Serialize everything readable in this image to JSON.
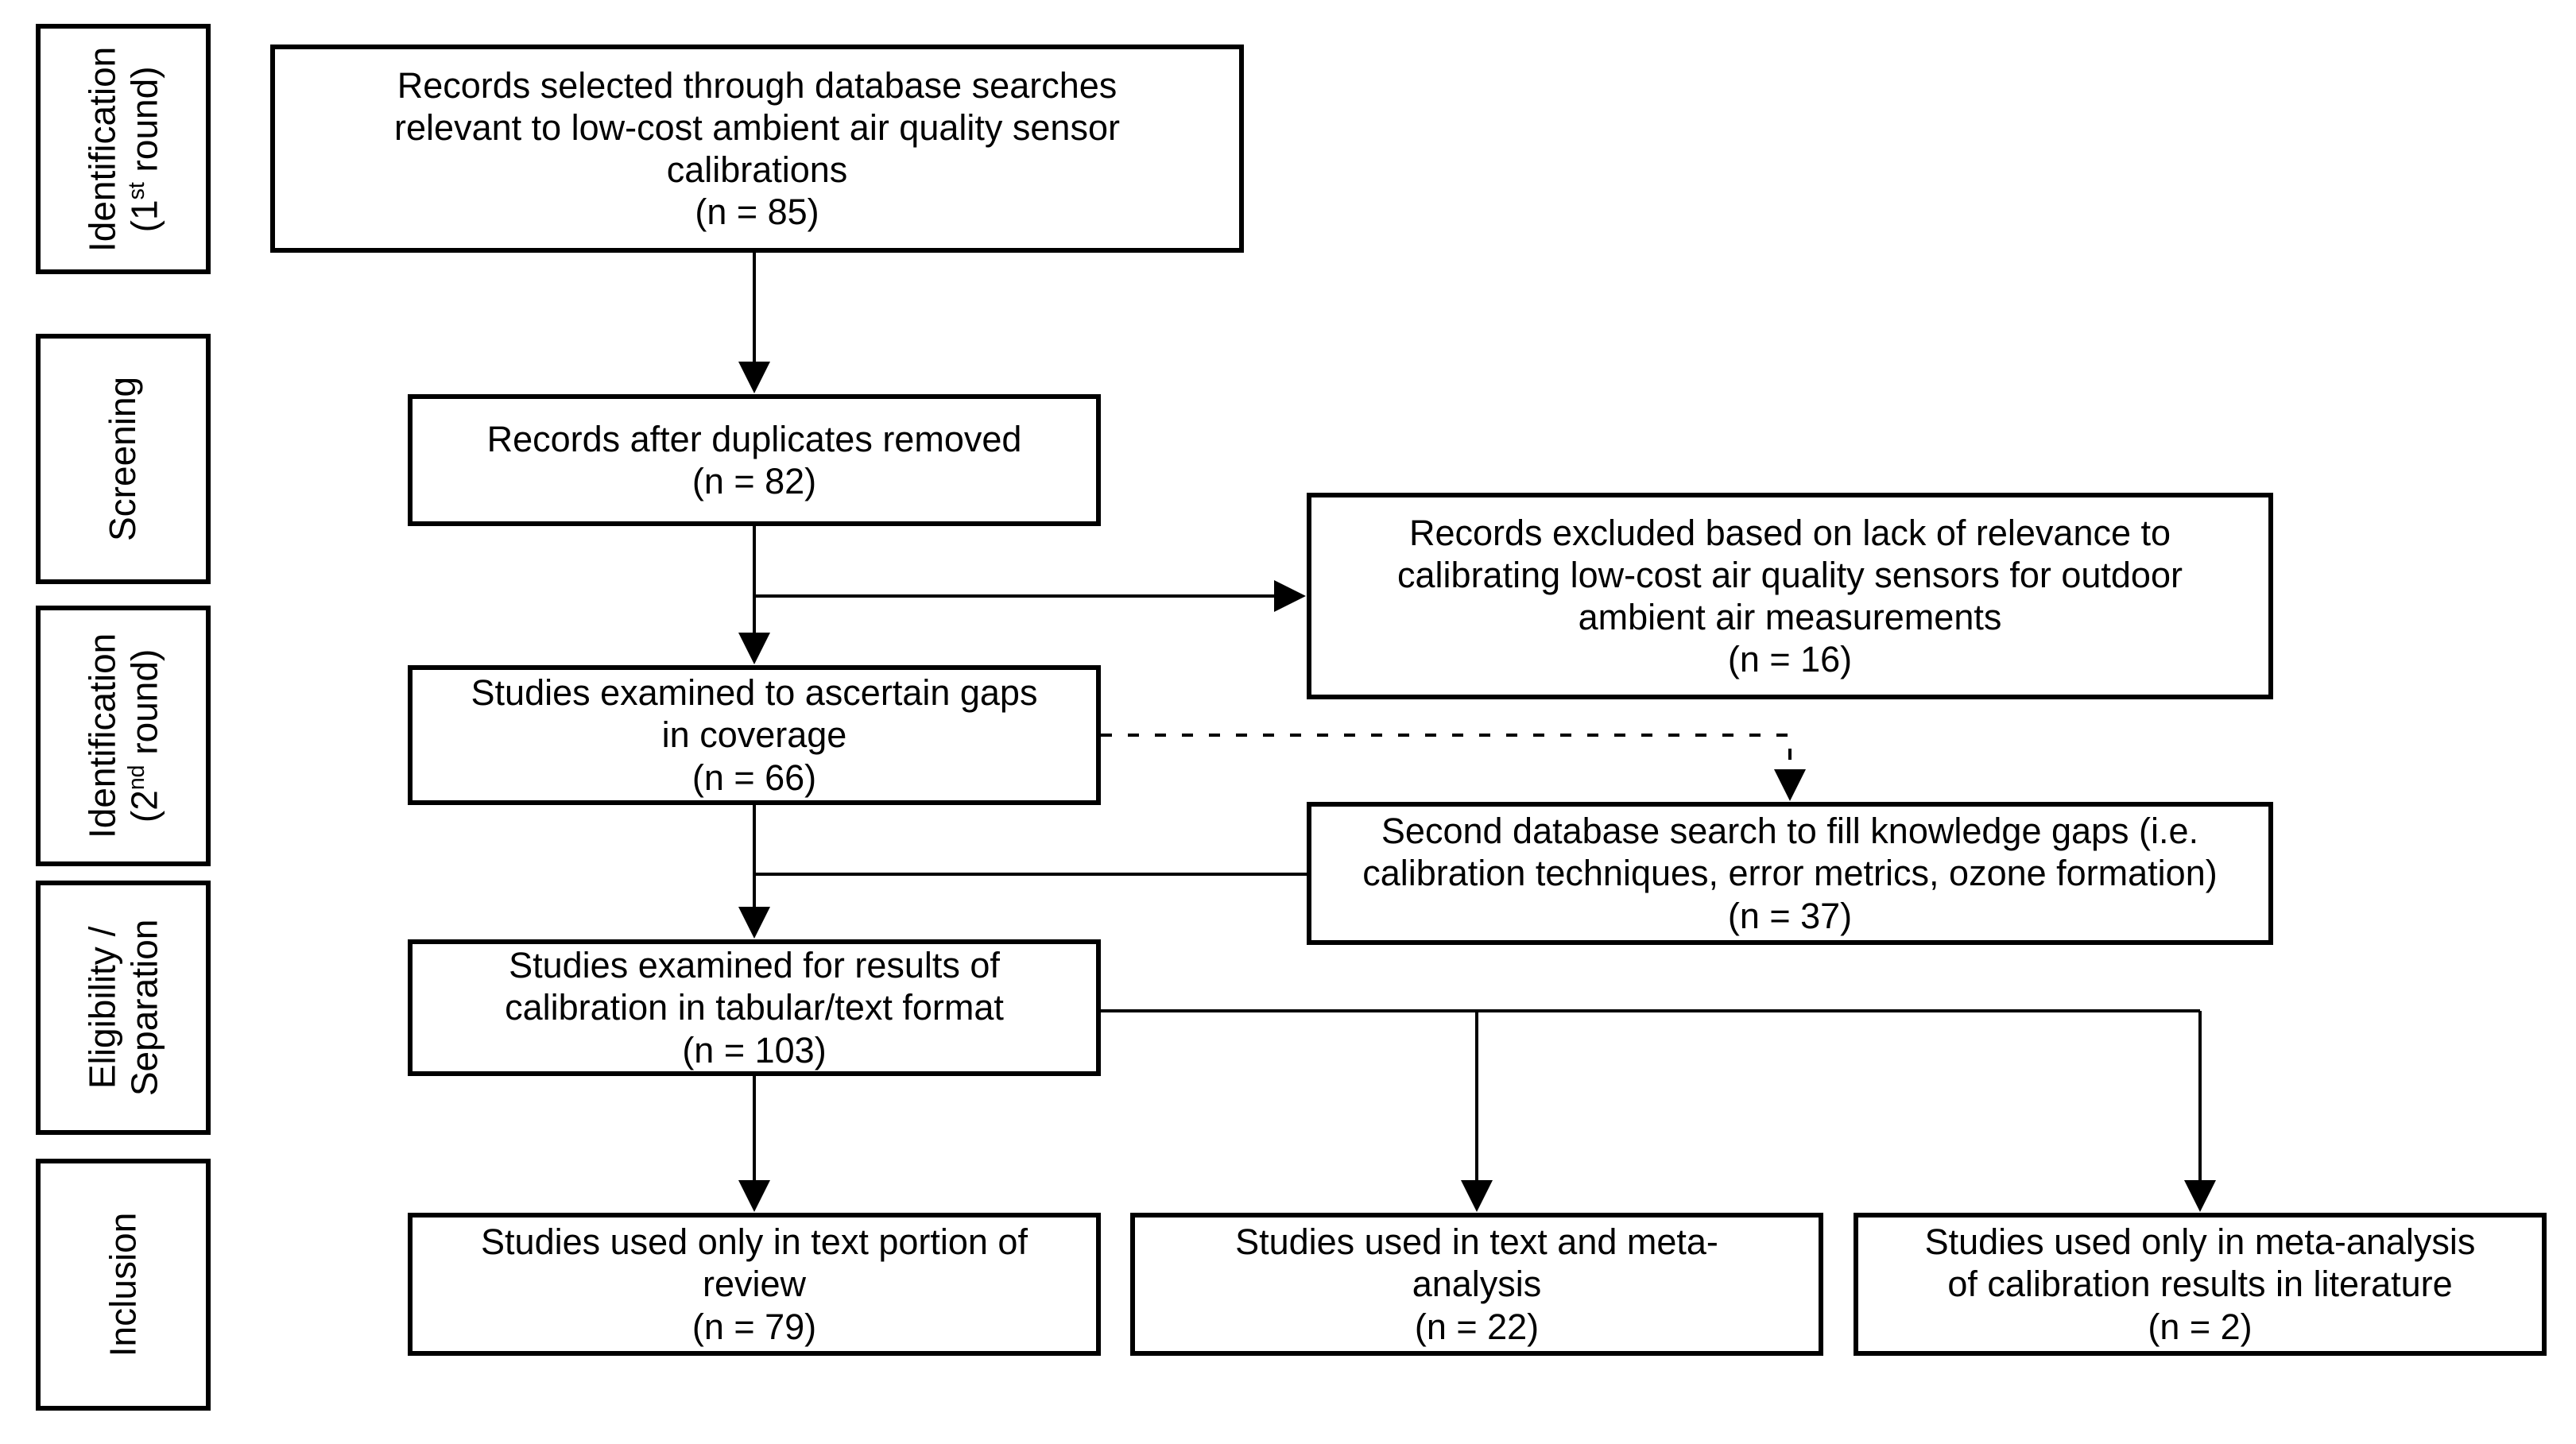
{
  "colors": {
    "background": "#ffffff",
    "line": "#000000",
    "text": "#000000"
  },
  "sidebar": {
    "items": [
      {
        "line1": "Identification",
        "line2_pre": "(1",
        "line2_sup": "st",
        "line2_post": " round)"
      },
      {
        "line1": "Screening",
        "line2_pre": "",
        "line2_sup": "",
        "line2_post": ""
      },
      {
        "line1": "Identification",
        "line2_pre": "(2",
        "line2_sup": "nd",
        "line2_post": " round)"
      },
      {
        "line1": "Eligibility /",
        "line2_pre": "Separation",
        "line2_sup": "",
        "line2_post": ""
      },
      {
        "line1": "Inclusion",
        "line2_pre": "",
        "line2_sup": "",
        "line2_post": ""
      }
    ]
  },
  "boxes": {
    "records_selected": {
      "text": "Records selected through database searches relevant to low-cost ambient air quality sensor calibrations",
      "count": "(n = 85)"
    },
    "duplicates_removed": {
      "text": "Records after duplicates removed",
      "count": "(n = 82)"
    },
    "records_excluded": {
      "text": "Records excluded based on lack of relevance to calibrating low-cost air quality sensors for outdoor ambient air measurements",
      "count": "(n = 16)"
    },
    "gaps_in_coverage": {
      "text": "Studies examined to ascertain gaps in coverage",
      "count": "(n = 66)"
    },
    "second_search": {
      "text": "Second database search to fill knowledge gaps (i.e. calibration techniques, error metrics, ozone formation) (n = 37)",
      "count": ""
    },
    "results_examined": {
      "text": "Studies examined for results of calibration in tabular/text format",
      "count": "(n = 103)"
    },
    "text_only": {
      "text": "Studies used only in text portion of review",
      "count": "(n = 79)"
    },
    "text_and_meta": {
      "text": "Studies used in text and meta-analysis",
      "count": "(n = 22)"
    },
    "meta_only": {
      "text": "Studies used only in meta-analysis of calibration results in literature",
      "count": "(n = 2)"
    }
  }
}
